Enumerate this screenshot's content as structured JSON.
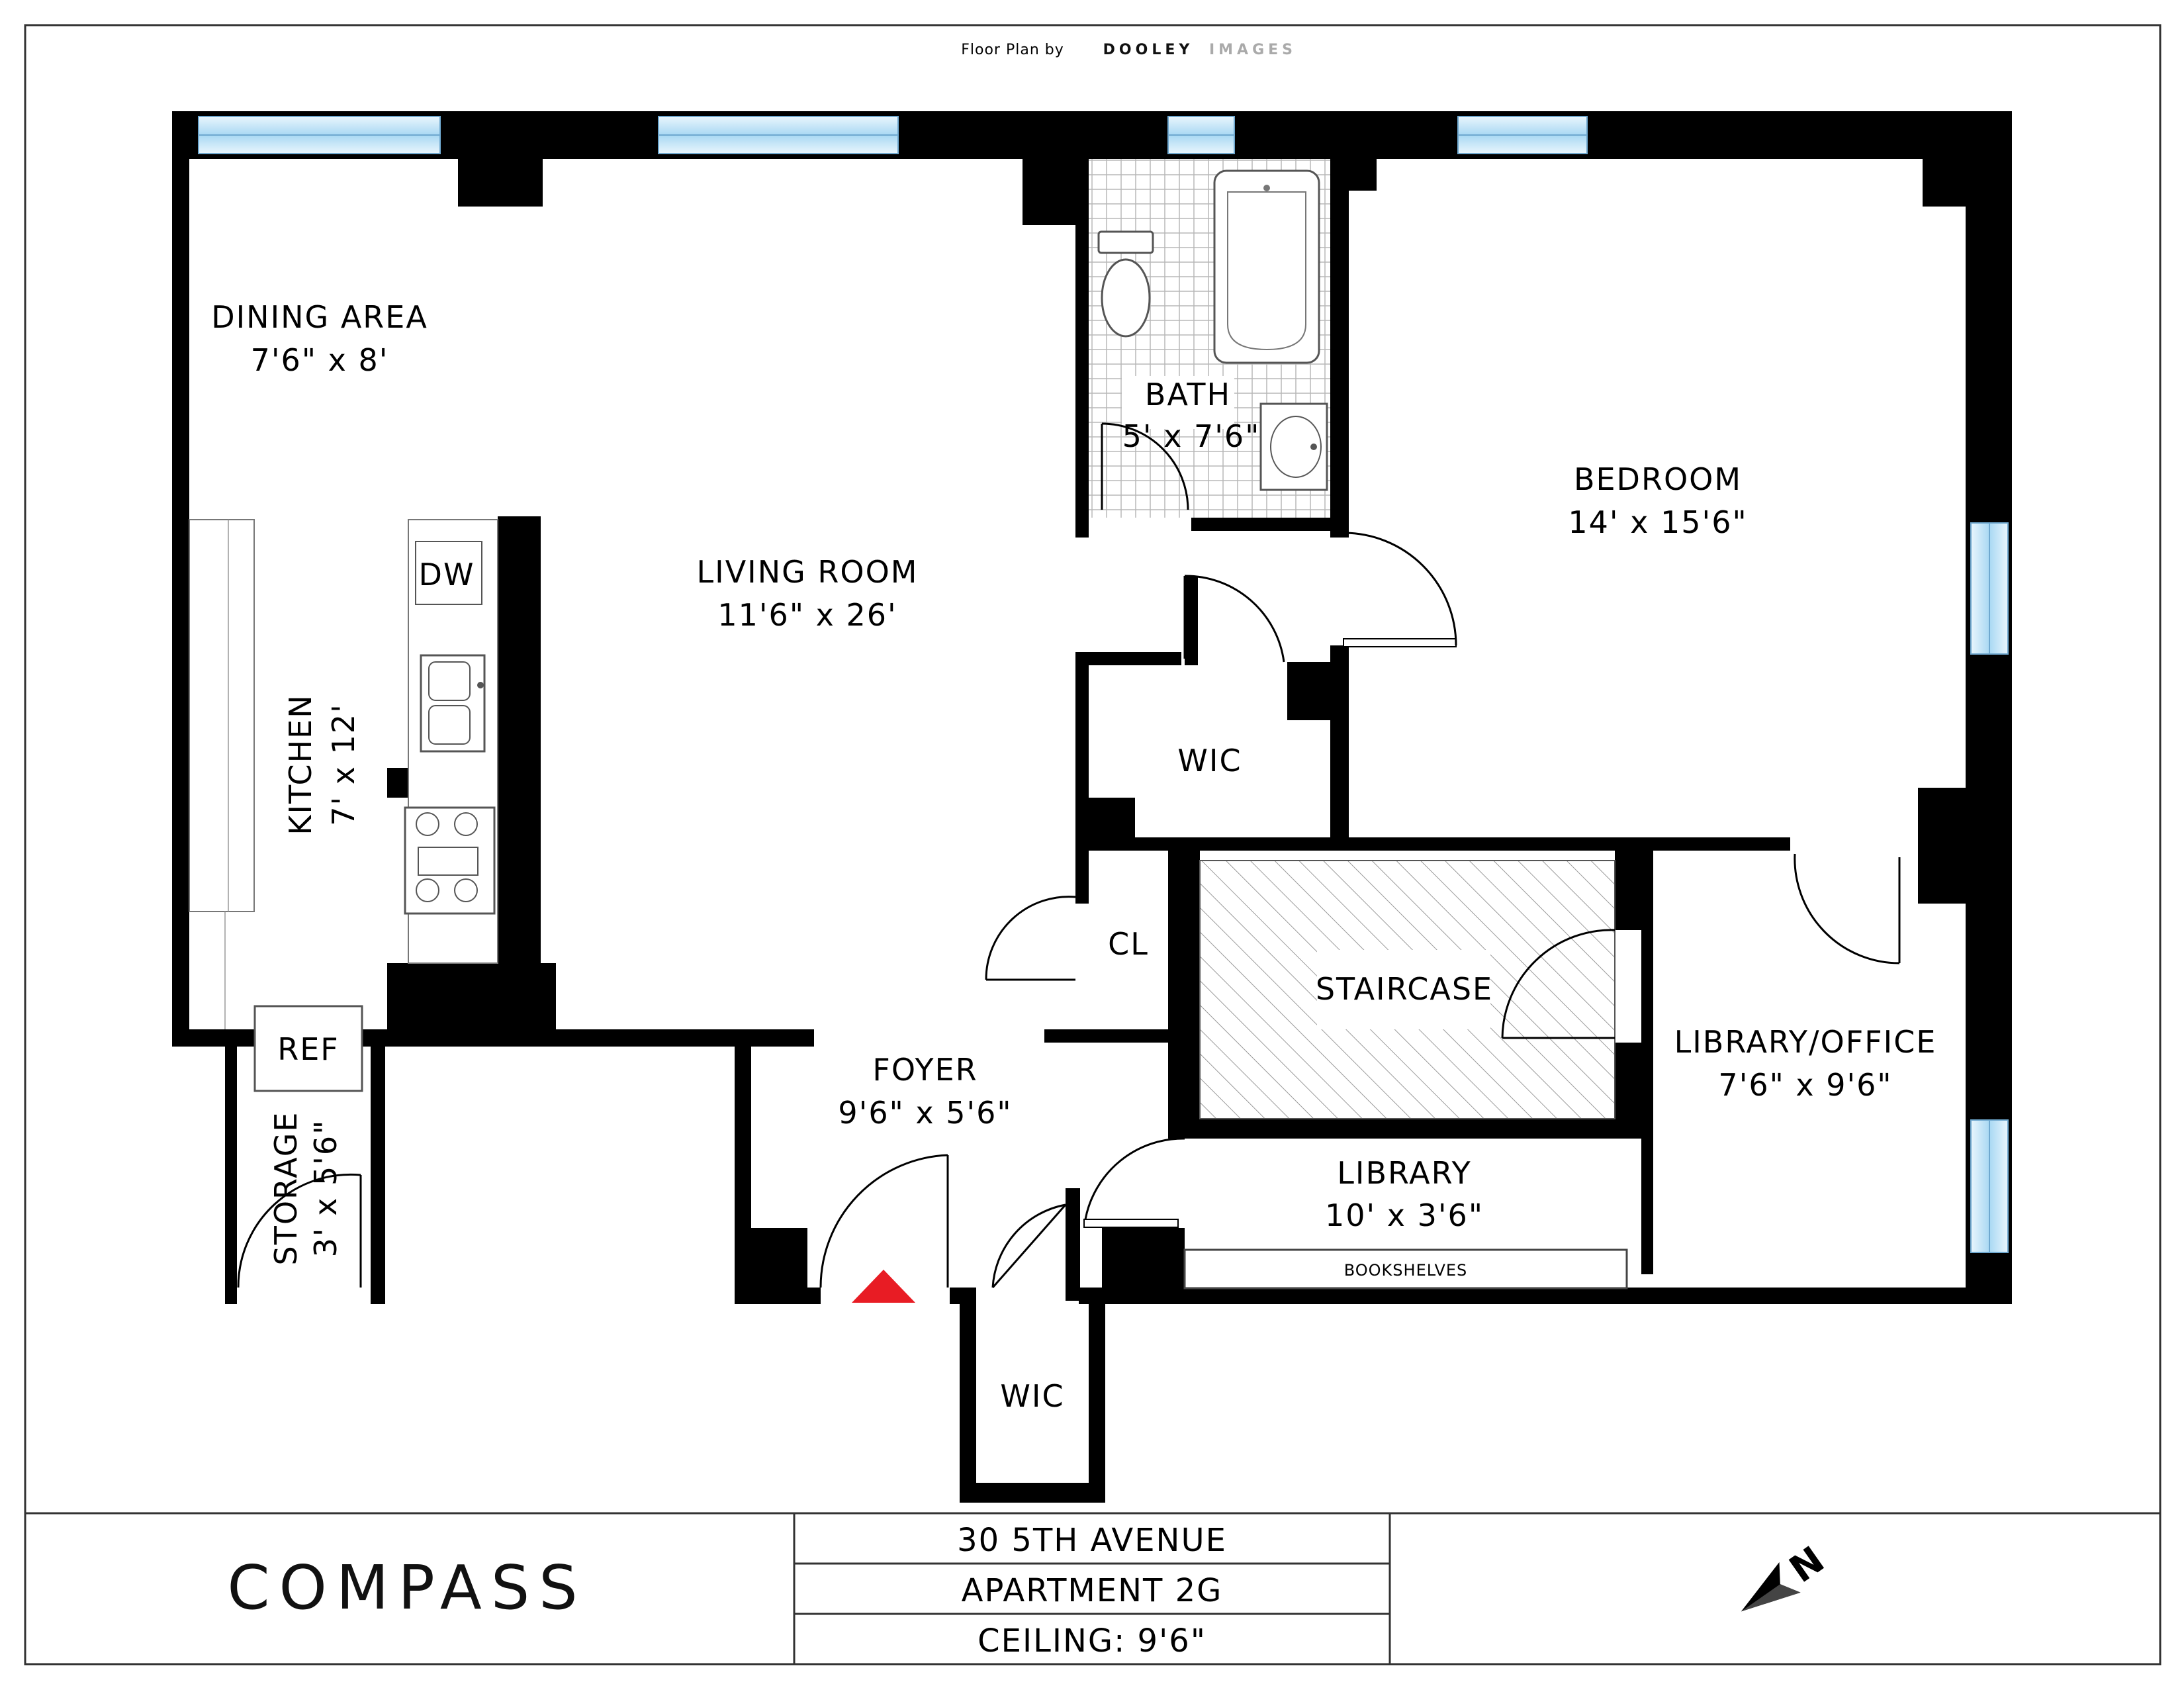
{
  "header": {
    "credit_prefix": "Floor Plan by",
    "credit_brand_dark": "DOOLEY",
    "credit_brand_light": "IMAGES"
  },
  "rooms": {
    "dining_area": {
      "name": "DINING AREA",
      "dims": "7'6\" x 8'"
    },
    "living_room": {
      "name": "LIVING ROOM",
      "dims": "11'6\" x 26'"
    },
    "bath": {
      "name": "BATH",
      "dims": "5' x 7'6\""
    },
    "bedroom": {
      "name": "BEDROOM",
      "dims": "14' x 15'6\""
    },
    "kitchen": {
      "name": "KITCHEN",
      "dims": "7' x 12'"
    },
    "wic_bedroom": {
      "name": "WIC"
    },
    "closet": {
      "name": "CL"
    },
    "staircase": {
      "name": "STAIRCASE"
    },
    "library_office": {
      "name": "LIBRARY/OFFICE",
      "dims": "7'6\" x 9'6\""
    },
    "foyer": {
      "name": "FOYER",
      "dims": "9'6\" x 5'6\""
    },
    "library": {
      "name": "LIBRARY",
      "dims": "10' x 3'6\""
    },
    "bookshelves": {
      "name": "BOOKSHELVES"
    },
    "storage": {
      "name": "STORAGE",
      "dims": "3' x 5'6\""
    },
    "refrigerator": {
      "name": "REF"
    },
    "dishwasher": {
      "name": "DW"
    },
    "wic_foyer": {
      "name": "WIC"
    }
  },
  "title_block": {
    "logo": "COMPASS",
    "address": "30 5TH AVENUE",
    "apartment": "APARTMENT 2G",
    "ceiling": "CEILING: 9'6\""
  },
  "compass_rose": {
    "letter": "N"
  },
  "colors": {
    "wall": "#000000",
    "window": "#cfe9f8",
    "entry_marker": "#e81c24",
    "staircase_hatch": "#9a9a9a"
  }
}
